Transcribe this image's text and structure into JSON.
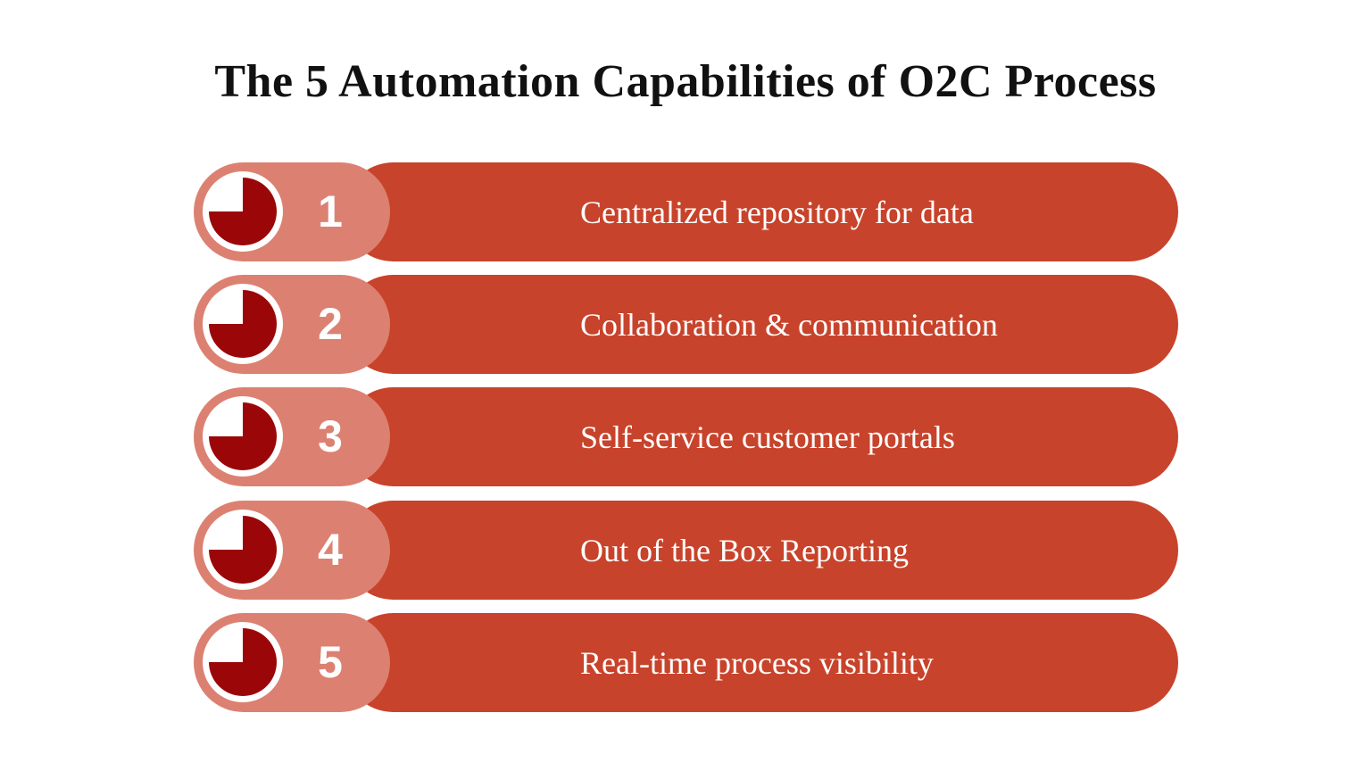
{
  "title": "The 5 Automation Capabilities of O2C Process",
  "items": [
    {
      "number": "1",
      "label": "Centralized repository for data"
    },
    {
      "number": "2",
      "label": "Collaboration & communication"
    },
    {
      "number": "3",
      "label": "Self-service customer portals"
    },
    {
      "number": "4",
      "label": "Out of the Box Reporting"
    },
    {
      "number": "5",
      "label": "Real-time process visibility"
    }
  ],
  "icon": "pie-chart-three-quarter-icon",
  "colors": {
    "bar": "#C8432B",
    "pill": "#DC8172",
    "pie": "#9B0708",
    "label_text": "#FFFFFF",
    "title_text": "#111111",
    "background": "#FFFFFF"
  }
}
